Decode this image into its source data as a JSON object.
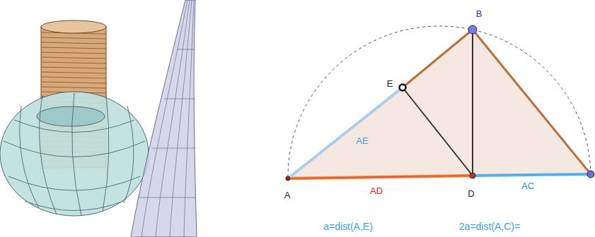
{
  "diagram": {
    "labels": [
      "B",
      "E",
      "AE",
      "A",
      "AD",
      "D",
      "AC",
      "a=dist(A,E)",
      "2a=dist(A,C)="
    ]
  }
}
